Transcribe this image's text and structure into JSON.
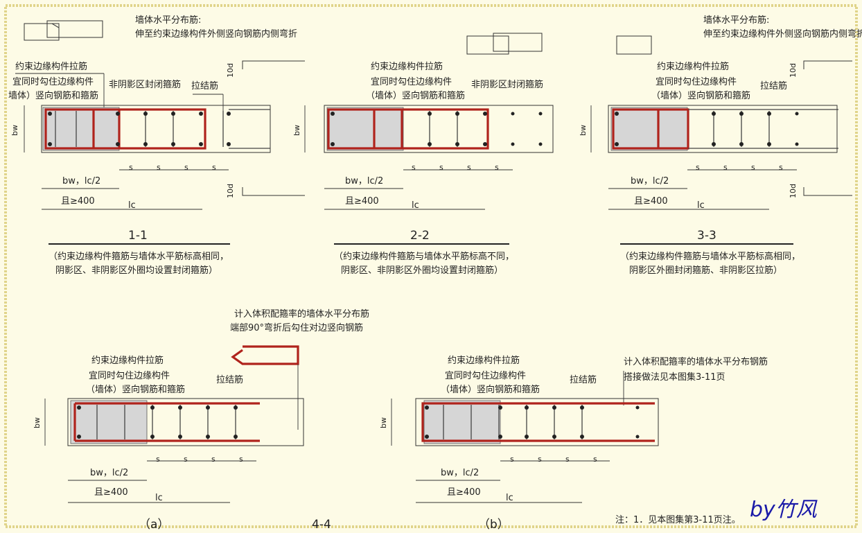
{
  "top_note": {
    "line1": "墙体水平分布筋:",
    "line2": "伸至约束边缘构件外侧竖向钢筋内侧弯折"
  },
  "top_note_right": {
    "line1": "墙体水平分布筋:",
    "line2": "伸至约束边缘构件外侧竖向钢筋内侧弯折"
  },
  "labels": {
    "tie": "约束边缘构件拉筋",
    "hook1": "宜同时勾住边缘构件",
    "hook2_open": "墙体）竖向钢筋和箍筋",
    "hook2": "（墙体）竖向钢筋和箍筋",
    "nonshade": "非阴影区封闭箍筋",
    "lajin": "拉结筋",
    "bw": "bw",
    "d10": "10d",
    "s": "s",
    "bwlc": "bw，lc/2",
    "ge400": "且≥400",
    "lc": "lc"
  },
  "sections": [
    {
      "title": "1-1",
      "desc1": "（约束边缘构件箍筋与墙体水平筋标高相同，",
      "desc2": "阴影区、非阴影区外圈均设置封闭箍筋）"
    },
    {
      "title": "2-2",
      "desc1": "（约束边缘构件箍筋与墙体水平筋标高不同，",
      "desc2": "阴影区、非阴影区外圈均设置封闭箍筋）"
    },
    {
      "title": "3-3",
      "desc1": "（约束边缘构件箍筋与墙体水平筋标高相同，",
      "desc2": "阴影区外圈封闭箍筋、非阴影区拉筋）"
    }
  ],
  "bottom_a": {
    "note1": "计入体积配箍率的墙体水平分布筋",
    "note2": "端部90°弯折后勾住对边竖向钢筋",
    "caption": "（a）"
  },
  "bottom_mid": {
    "caption": "4-4"
  },
  "bottom_b": {
    "note1": "计入体积配箍率的墙体水平分布钢筋",
    "note2": "搭接做法见本图集3-11页",
    "caption": "（b）"
  },
  "footnote": "注：1．见本图集第3-11页注。",
  "signature": "by竹风",
  "colors": {
    "rebar_red": "#b0231c",
    "shade": "#d6d6d6",
    "paper": "#fdfbe6",
    "signature": "#1a1aa8"
  }
}
